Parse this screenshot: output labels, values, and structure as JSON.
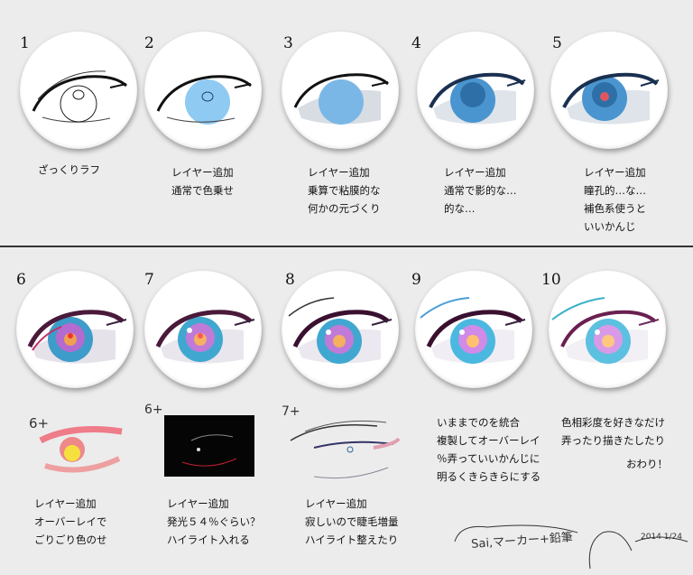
{
  "steps": [
    {
      "num": "1",
      "lines": [
        "ざっくりラフ"
      ]
    },
    {
      "num": "2",
      "lines": [
        "レイヤー追加",
        "通常で色乗せ"
      ]
    },
    {
      "num": "3",
      "lines": [
        "レイヤー追加",
        "乗算で粘膜的な",
        "何かの元づくり"
      ]
    },
    {
      "num": "4",
      "lines": [
        "レイヤー追加",
        "通常で影的な…",
        "的な…"
      ]
    },
    {
      "num": "5",
      "lines": [
        "レイヤー追加",
        "瞳孔的…な…",
        "補色系使うと",
        "いいかんじ"
      ]
    },
    {
      "num": "6",
      "lines": [
        "レイヤー追加",
        "オーバーレイで",
        "ごりごり色のせ"
      ]
    },
    {
      "num": "7",
      "lines": [
        "レイヤー追加",
        "発光５４％ぐらい？",
        "ハイライト入れる"
      ]
    },
    {
      "num": "8",
      "lines": [
        "レイヤー追加",
        "寂しいので睫毛増量",
        "ハイライト整えたり"
      ]
    },
    {
      "num": "9",
      "lines": [
        "いままでのを統合",
        "複製してオーバーレイ",
        "％弄っていいかんじに",
        "明るくきらきらにする"
      ]
    },
    {
      "num": "10",
      "lines": [
        "色相彩度を好きなだけ",
        "弄ったり描きたしたり",
        "おわり！"
      ]
    }
  ],
  "detail_labels": {
    "d6": "6+",
    "d7": "6+",
    "d8": "7+"
  },
  "signature": {
    "tools": "Sai,マーカー+鉛筆",
    "date": "2014 1/24"
  },
  "colors": {
    "background": "#ececec",
    "divider": "#333333",
    "iris_blue": "#5aa8dc"
  }
}
